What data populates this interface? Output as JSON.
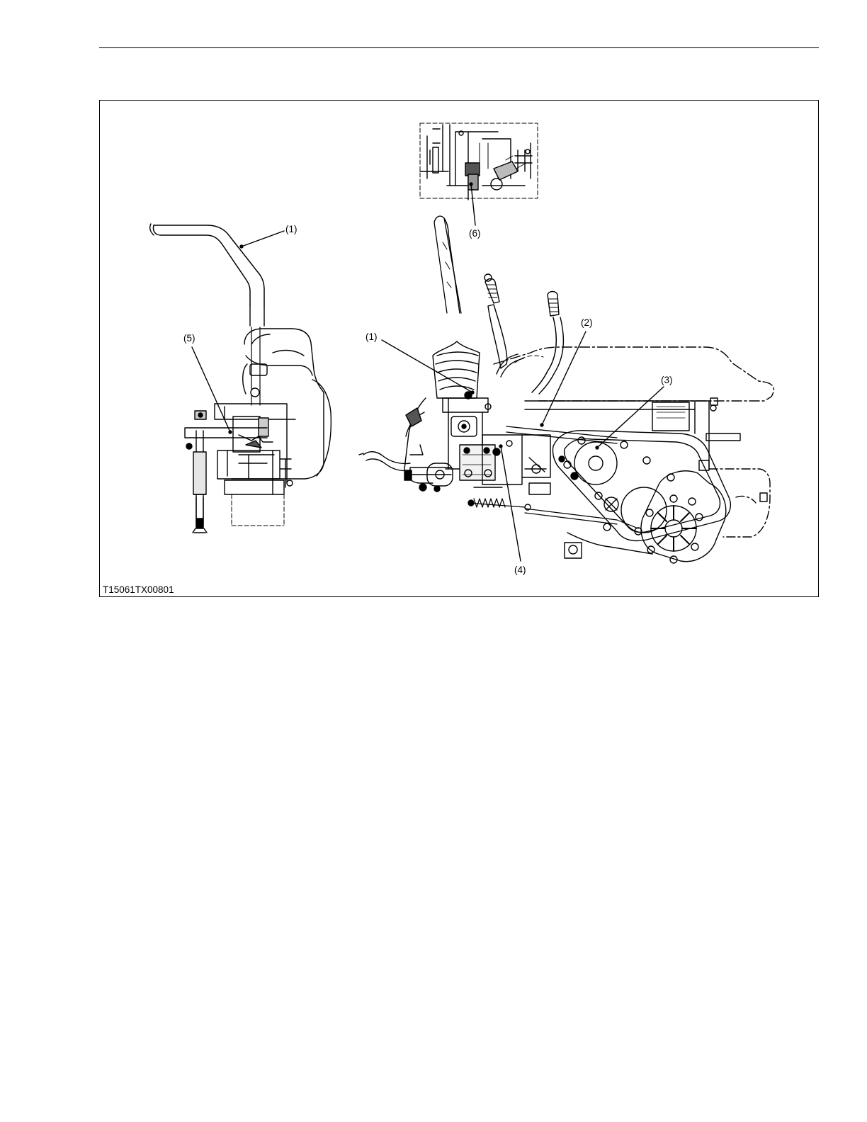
{
  "figure": {
    "id": "T15061TX00801",
    "callouts": [
      {
        "key": "left_1",
        "label": "(1)"
      },
      {
        "key": "left_5",
        "label": "(5)"
      },
      {
        "key": "right_1",
        "label": "(1)"
      },
      {
        "key": "right_2",
        "label": "(2)"
      },
      {
        "key": "right_3",
        "label": "(3)"
      },
      {
        "key": "right_4",
        "label": "(4)"
      },
      {
        "key": "inset_6",
        "label": "(6)"
      }
    ]
  }
}
